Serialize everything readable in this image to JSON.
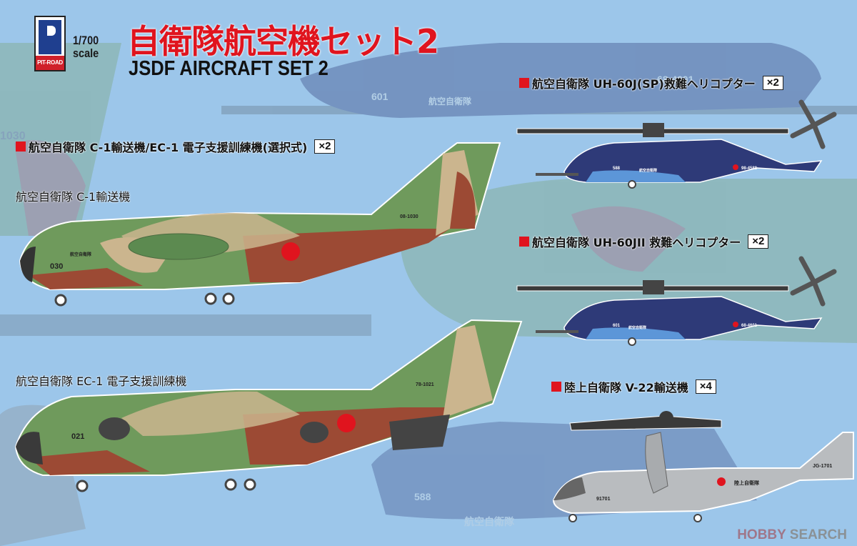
{
  "brand": {
    "logo_text": "PIT-ROAD",
    "scale_line1": "1/700",
    "scale_line2": "scale"
  },
  "header": {
    "title": "自衛隊航空機セット2",
    "subtitle": "JSDF AIRCRAFT SET 2"
  },
  "items": [
    {
      "label": "航空自衛隊 C-1輸送機/EC-1 電子支援訓練機(選択式)",
      "qty": "×2"
    },
    {
      "label": "航空自衛隊 UH-60J(SP)救難ヘリコプター",
      "qty": "×2"
    },
    {
      "label": "航空自衛隊 UH-60JII 救難ヘリコプター",
      "qty": "×2"
    },
    {
      "label": "陸上自衛隊 V-22輸送機",
      "qty": "×4"
    }
  ],
  "variants": {
    "c1": "航空自衛隊 C-1輸送機",
    "ec1": "航空自衛隊 EC-1 電子支援訓練機"
  },
  "markings": {
    "c1_nose": "030",
    "c1_tail": "08-1030",
    "c1_side": "航空自衛隊",
    "ec1_nose": "021",
    "ec1_tail": "78-1021",
    "uh60sp_nose": "588",
    "uh60sp_side": "航空自衛隊",
    "uh60sp_tail": "98-4588",
    "uh60jii_nose": "601",
    "uh60jii_side": "航空自衛隊",
    "uh60jii_tail": "68-4601",
    "v22_nose": "91701",
    "v22_side": "陸上自衛隊",
    "v22_tail": "JG-1701",
    "bg_heli_nose": "601",
    "bg_heli_side": "航空自衛隊",
    "bg_heli_tail": "68-4601",
    "bg_c1_tail": "1030",
    "bg_heli2_nose": "588",
    "bg_heli2_side": "航空自衛隊"
  },
  "watermark": {
    "part1": "HOBBY",
    "part2": "SEARCH"
  },
  "colors": {
    "background": "#9cc6ea",
    "title_red": "#e0141e",
    "camo_green": "#6f9a5c",
    "camo_tan": "#cbb58e",
    "camo_brown": "#9c4a34",
    "heli_navy": "#2e3a78",
    "v22_grey": "#b9bcbf",
    "hinomaru": "#e0141e"
  }
}
